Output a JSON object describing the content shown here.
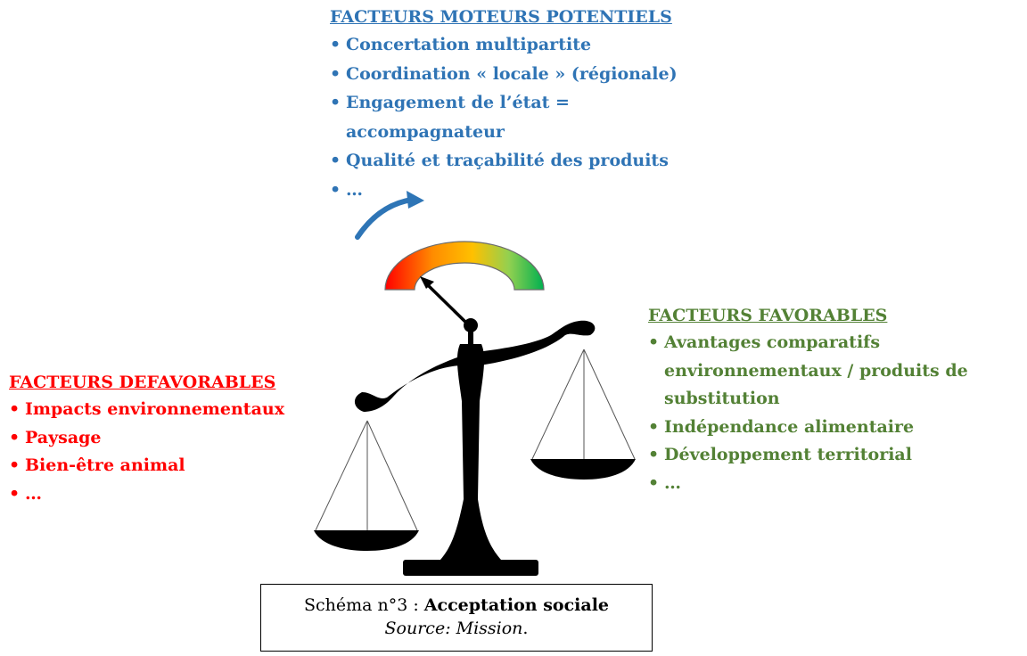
{
  "drivers": {
    "heading": "FACTEURS MOTEURS POTENTIELS",
    "items": [
      "Concertation multipartite",
      "Coordination « locale » (régionale)",
      "Engagement de l’état = accompagnateur",
      "Qualité et traçabilité des produits",
      "…"
    ],
    "color": "#2f74b5"
  },
  "favorable": {
    "heading": "FACTEURS FAVORABLES",
    "items": [
      "Avantages comparatifs environnementaux / produits de substitution",
      "Indépendance alimentaire",
      "Développement territorial",
      "…"
    ],
    "color": "#538135"
  },
  "unfavorable": {
    "heading": "FACTEURS DEFAVORABLES",
    "items": [
      "Impacts environnementaux",
      "Paysage",
      "Bien-être animal",
      "…"
    ],
    "color": "#ff0000"
  },
  "gauge": {
    "colors": [
      "#ff0000",
      "#ff8c00",
      "#ffc000",
      "#92d050",
      "#00b050"
    ]
  },
  "caption": {
    "prefix": "Schéma n°3 : ",
    "title": "Acceptation sociale",
    "source_label": "Source: Mission",
    "source_suffix": "."
  }
}
